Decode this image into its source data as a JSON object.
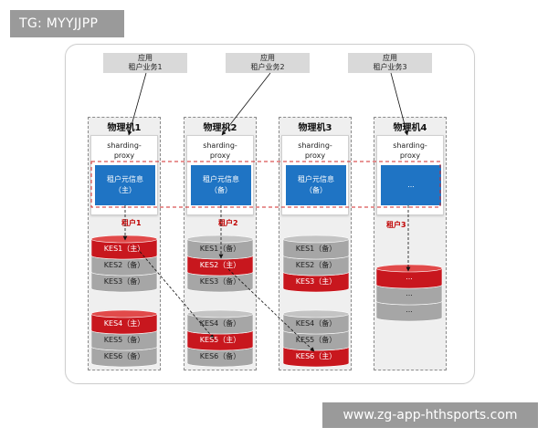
{
  "badges": {
    "top_left": "TG: MYYJJPP",
    "bottom_right": "www.zg-app-hthsports.com"
  },
  "apps": [
    {
      "line1": "应用",
      "line2": "租户业务1"
    },
    {
      "line1": "应用",
      "line2": "租户业务2"
    },
    {
      "line1": "应用",
      "line2": "租户业务3"
    }
  ],
  "machines": [
    {
      "title": "物理机1",
      "proxy": [
        "sharding-",
        "proxy"
      ],
      "meta": [
        "租户元信息",
        "（主）"
      ],
      "tenant": "租户1",
      "groups": [
        [
          "KES1（主）",
          "KES2（备）",
          "KES3（备）"
        ],
        [
          "KES4（主）",
          "KES5（备）",
          "KES6（备）"
        ]
      ]
    },
    {
      "title": "物理机2",
      "proxy": [
        "sharding-",
        "proxy"
      ],
      "meta": [
        "租户元信息",
        "（备）"
      ],
      "tenant": "租户2",
      "groups": [
        [
          "KES1（备）",
          "KES2（主）",
          "KES3（备）"
        ],
        [
          "KES4（备）",
          "KES5（主）",
          "KES6（备）"
        ]
      ]
    },
    {
      "title": "物理机3",
      "proxy": [
        "sharding-",
        "proxy"
      ],
      "meta": [
        "租户元信息",
        "（备）"
      ],
      "tenant": "",
      "groups": [
        [
          "KES1（备）",
          "KES2（备）",
          "KES3（主）"
        ],
        [
          "KES4（备）",
          "KES5（备）",
          "KES6（主）"
        ]
      ]
    },
    {
      "title": "物理机4",
      "proxy": [
        "sharding-",
        "proxy"
      ],
      "meta": [
        "..."
      ],
      "tenant": "租户3",
      "groups": [
        [
          "...",
          "...",
          "..."
        ]
      ]
    }
  ],
  "colors": {
    "red": "#c8171e",
    "gray": "#a6a6a6",
    "blue": "#1f74c4",
    "dashed_red": "#d22a2a"
  }
}
